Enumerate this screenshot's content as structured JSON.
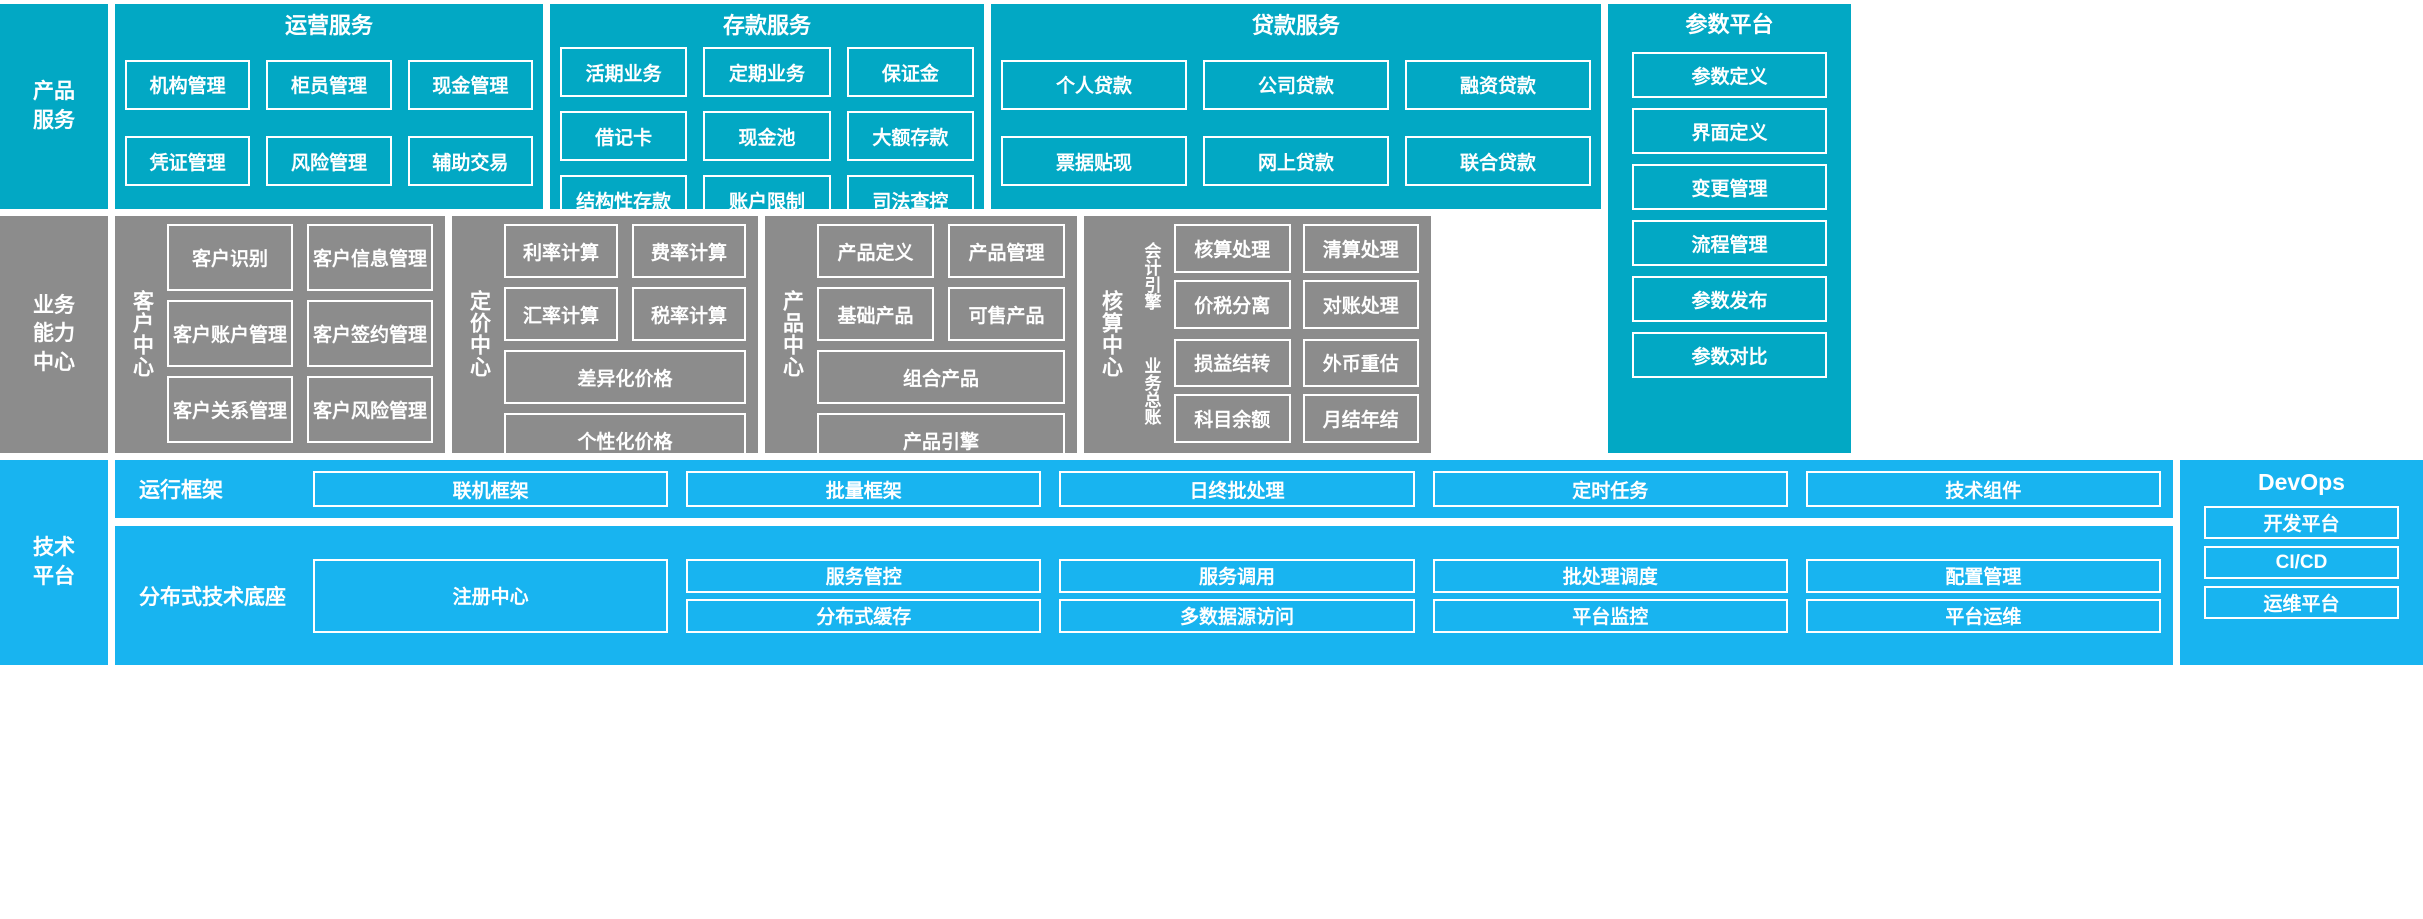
{
  "colors": {
    "cyan": "#02a8c4",
    "gray": "#8c8c8c",
    "blue": "#18b4f0",
    "white": "#ffffff"
  },
  "rows": {
    "product": {
      "rail_label": "产品\n服务",
      "groups": [
        {
          "title": "运营服务",
          "items": [
            "机构管理",
            "柜员管理",
            "现金管理",
            "凭证管理",
            "风险管理",
            "辅助交易"
          ]
        },
        {
          "title": "存款服务",
          "items": [
            "活期业务",
            "定期业务",
            "保证金",
            "借记卡",
            "现金池",
            "大额存款",
            "结构性存款",
            "账户限制",
            "司法查控"
          ]
        },
        {
          "title": "贷款服务",
          "items": [
            "个人贷款",
            "公司贷款",
            "融资贷款",
            "票据贴现",
            "网上贷款",
            "联合贷款"
          ]
        }
      ],
      "param_platform": {
        "title": "参数平台",
        "items": [
          "参数定义",
          "界面定义",
          "变更管理",
          "流程管理",
          "参数发布",
          "参数对比"
        ]
      }
    },
    "capability": {
      "rail_label": "业务\n能力\n中心",
      "centers": [
        {
          "label": "客户中心",
          "items": [
            "客户识别",
            "客户信息管理",
            "客户账户管理",
            "客户签约管理",
            "客户关系管理",
            "客户风险管理"
          ],
          "wide_items": []
        },
        {
          "label": "定价中心",
          "items": [
            "利率计算",
            "费率计算",
            "汇率计算",
            "税率计算"
          ],
          "wide_items": [
            "差异化价格",
            "个性化价格"
          ]
        },
        {
          "label": "产品中心",
          "items": [
            "产品定义",
            "产品管理",
            "基础产品",
            "可售产品"
          ],
          "wide_items": [
            "组合产品",
            "产品引擎"
          ]
        },
        {
          "label": "核算中心",
          "sub_groups": [
            {
              "label": "会计引擎",
              "items": [
                "核算处理",
                "清算处理",
                "价税分离",
                "对账处理"
              ]
            },
            {
              "label": "业务总账",
              "items": [
                "损益结转",
                "外币重估",
                "科目余额",
                "月结年结"
              ]
            }
          ]
        }
      ]
    },
    "tech": {
      "rail_label": "技术\n平台",
      "framework": {
        "label": "运行框架",
        "items": [
          "联机框架",
          "批量框架",
          "日终批处理",
          "定时任务",
          "技术组件"
        ]
      },
      "base": {
        "label": "分布式技术底座",
        "registry": "注册中心",
        "columns": [
          [
            "服务管控",
            "分布式缓存"
          ],
          [
            "服务调用",
            "多数据源访问"
          ],
          [
            "批处理调度",
            "平台监控"
          ],
          [
            "配置管理",
            "平台运维"
          ]
        ]
      },
      "devops": {
        "title": "DevOps",
        "items": [
          "开发平台",
          "CI/CD",
          "运维平台"
        ]
      }
    }
  }
}
